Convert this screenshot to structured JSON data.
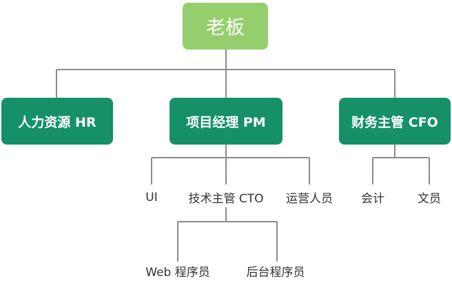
{
  "root": {
    "label": "老板"
  },
  "departments": {
    "hr": {
      "label": "人力资源 HR"
    },
    "pm": {
      "label": "项目经理 PM"
    },
    "cfo": {
      "label": "财务主管 CFO"
    }
  },
  "pm_reports": {
    "ui": {
      "label": "UI"
    },
    "cto": {
      "label": "技术主管 CTO"
    },
    "ops": {
      "label": "运营人员"
    }
  },
  "cto_reports": {
    "web": {
      "label": "Web 程序员"
    },
    "backend": {
      "label": "后台程序员"
    }
  },
  "cfo_reports": {
    "accountant": {
      "label": "会计"
    },
    "clerk": {
      "label": "文员"
    }
  },
  "colors": {
    "root_box": "#95cf6d",
    "department_box": "#159068",
    "connector": "#8a8a8a",
    "leaf_text": "#333333"
  }
}
